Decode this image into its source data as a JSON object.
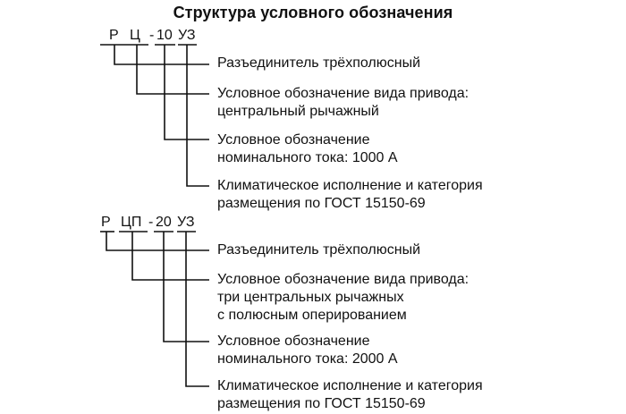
{
  "title": "Структура условного обозначения",
  "blocks": [
    {
      "code": {
        "p1": "Р",
        "p2": "Ц",
        "dash": "-",
        "p3": "10",
        "p4": "УЗ"
      },
      "items": [
        {
          "lines": [
            "Разъединитель трёхполюсный"
          ]
        },
        {
          "lines": [
            "Условное обозначение вида привода:",
            "центральный рычажный"
          ]
        },
        {
          "lines": [
            "Условное обозначение",
            "номинального тока: 1000 А"
          ]
        },
        {
          "lines": [
            "Климатическое исполнение и категория",
            "размещения по ГОСТ 15150-69"
          ]
        }
      ]
    },
    {
      "code": {
        "p1": "Р",
        "p2": "ЦП",
        "dash": "-",
        "p3": "20",
        "p4": "УЗ"
      },
      "items": [
        {
          "lines": [
            "Разъединитель трёхполюсный"
          ]
        },
        {
          "lines": [
            "Условное обозначение вида привода:",
            "три центральных рычажных",
            "с полюсным оперированием"
          ]
        },
        {
          "lines": [
            "Условное обозначение",
            "номинального тока: 2000 А"
          ]
        },
        {
          "lines": [
            "Климатическое исполнение и категория",
            "размещения по ГОСТ 15150-69"
          ]
        }
      ]
    }
  ]
}
